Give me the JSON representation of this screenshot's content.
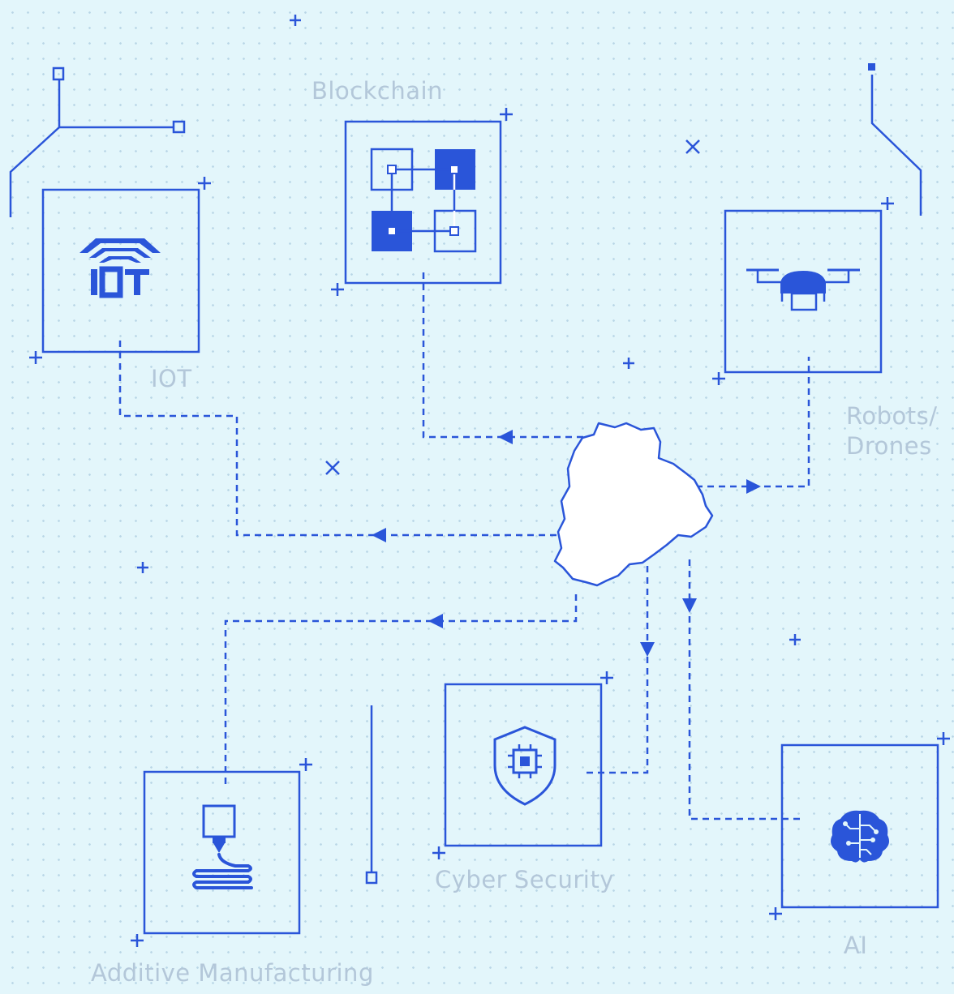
{
  "nodes": {
    "iot": {
      "label": "IOT",
      "icon": "iot-icon"
    },
    "blockchain": {
      "label": "Blockchain",
      "icon": "blockchain-icon"
    },
    "robots": {
      "label_line1": "Robots/",
      "label_line2": "Drones",
      "icon": "drone-icon"
    },
    "cyber": {
      "label": "Cyber Security",
      "icon": "shield-chip-icon"
    },
    "ai": {
      "label": "AI",
      "icon": "brain-circuit-icon"
    },
    "additive": {
      "label": "Additive Manufacturing",
      "icon": "3d-printer-icon"
    }
  },
  "hub": {
    "icon": "state-map-icon"
  },
  "colors": {
    "accent": "#2a55d9",
    "background": "#e3f6fb",
    "label_text": "#b3c7d9",
    "hub_fill": "#ffffff"
  }
}
